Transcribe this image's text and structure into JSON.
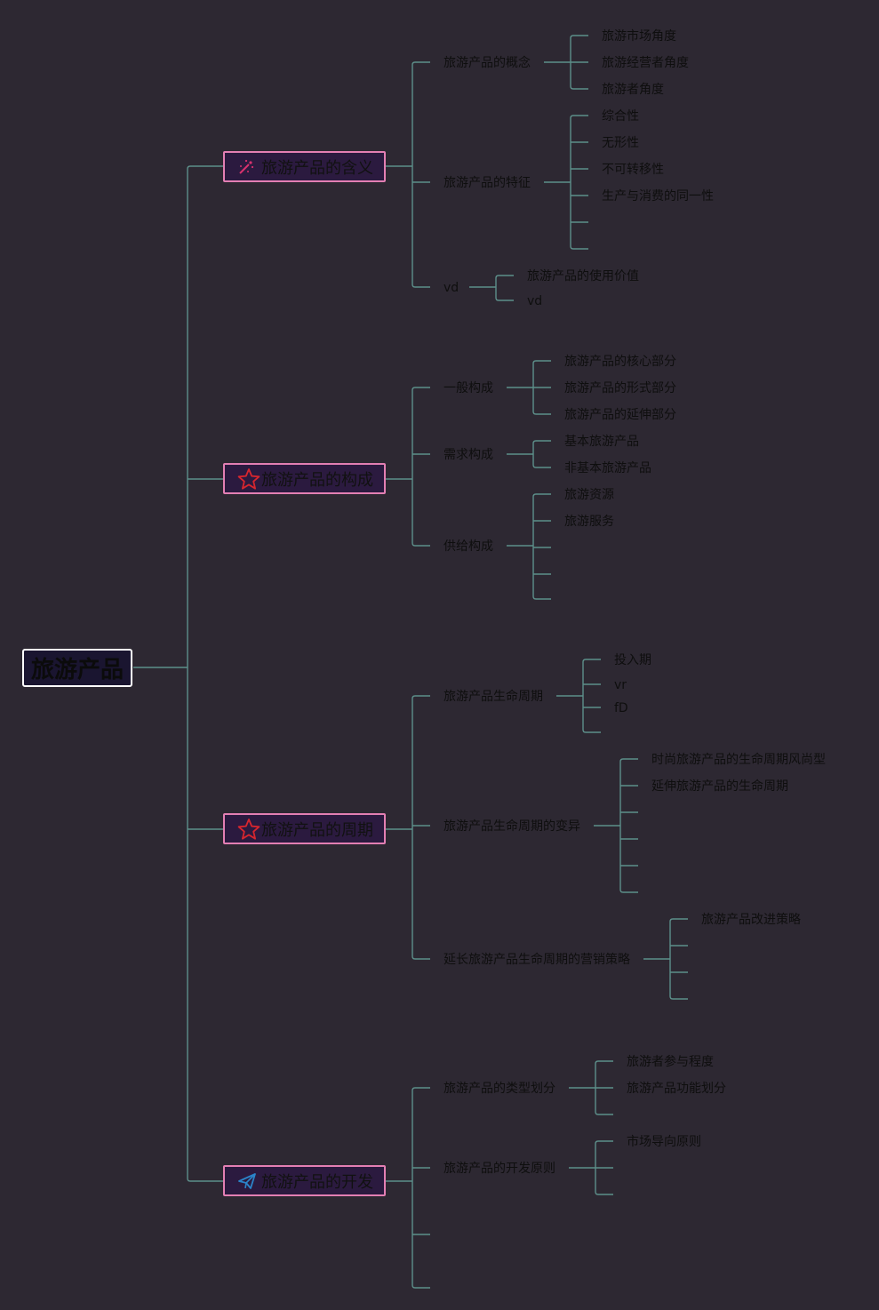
{
  "mindmap": {
    "root": "旅游产品",
    "branches": [
      {
        "label": "旅游产品的含义",
        "icon": "magic-wand-icon",
        "children": [
          {
            "label": "旅游产品的概念",
            "children": [
              "旅游市场角度",
              "旅游经营者角度",
              "旅游者角度"
            ]
          },
          {
            "label": "旅游产品的特征",
            "children": [
              "综合性",
              "无形性",
              "不可转移性",
              "生产与消费的同一性",
              "",
              ""
            ]
          },
          {
            "label": "vd",
            "children": [
              "旅游产品的使用价值",
              "vd"
            ]
          }
        ]
      },
      {
        "label": "旅游产品的构成",
        "icon": "star-icon",
        "children": [
          {
            "label": "一般构成",
            "children": [
              "旅游产品的核心部分",
              "旅游产品的形式部分",
              "旅游产品的延伸部分"
            ]
          },
          {
            "label": "需求构成",
            "children": [
              "基本旅游产品",
              "非基本旅游产品"
            ]
          },
          {
            "label": "供给构成",
            "children": [
              "旅游资源",
              "旅游服务",
              "",
              "",
              ""
            ]
          }
        ]
      },
      {
        "label": "旅游产品的周期",
        "icon": "star-icon",
        "children": [
          {
            "label": "旅游产品生命周期",
            "children": [
              "投入期",
              "vr",
              "fD",
              ""
            ]
          },
          {
            "label": "旅游产品生命周期的变异",
            "children": [
              "时尚旅游产品的生命周期风尚型",
              "延伸旅游产品的生命周期",
              "",
              "",
              "",
              ""
            ]
          },
          {
            "label": "延长旅游产品生命周期的营销策略",
            "children": [
              "旅游产品改进策略",
              "",
              "",
              ""
            ]
          }
        ]
      },
      {
        "label": "旅游产品的开发",
        "icon": "paper-plane-icon",
        "children": [
          {
            "label": "旅游产品的类型划分",
            "children": [
              "旅游者参与程度",
              "旅游产品功能划分",
              ""
            ]
          },
          {
            "label": "旅游产品的开发原则",
            "children": [
              "市场导向原则",
              "",
              ""
            ]
          },
          {
            "label": "",
            "children": []
          },
          {
            "label": "",
            "children": []
          }
        ]
      }
    ]
  },
  "colors": {
    "background": "#2d2832",
    "edge": "#5d8f8a",
    "branch_border": "#e37fb3",
    "branch_fill": "#2b1a3f",
    "root_border": "#ffffff",
    "root_fill": "#1a1530",
    "text": "#0e0e0e"
  }
}
